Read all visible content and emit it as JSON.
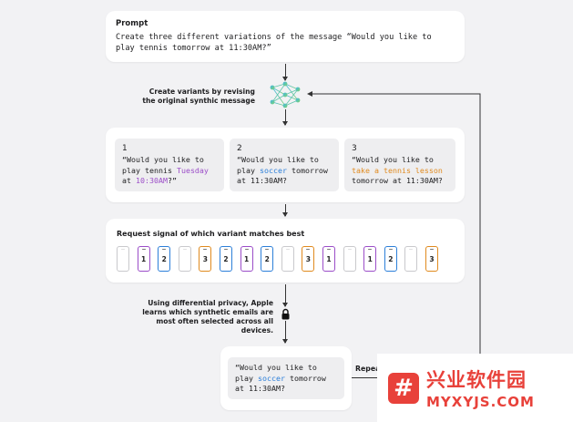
{
  "prompt": {
    "title": "Prompt",
    "text": "Create three different variations of the message “Would you like to play tennis tomorrow at 11:30AM?”"
  },
  "step_variants_label": "Create variants by revising the original synthic message",
  "variants": [
    {
      "num": "1",
      "pre": "“Would you like to play tennis ",
      "hl1": "Tuesday",
      "mid": " at ",
      "hl2": "10:30AM",
      "post": "?”"
    },
    {
      "num": "2",
      "pre": "“Would you like to play ",
      "hl1": "soccer",
      "post": " tomorrow at 11:30AM?"
    },
    {
      "num": "3",
      "pre": "“Would you like to ",
      "hl1": "take a tennis lesson",
      "post": " tomorrow at 11:30AM?"
    }
  ],
  "signal_label": "Request signal of which variant matches best",
  "phones": [
    "",
    "1",
    "2",
    "",
    "3",
    "2",
    "1",
    "2",
    "",
    "3",
    "1",
    "",
    "1",
    "2",
    "",
    "3"
  ],
  "privacy_label": "Using differential privacy, Apple learns which synthetic emails are most often selected across all devices.",
  "result": {
    "pre": "“Would you like to play ",
    "hl": "soccer",
    "post": " tomorrow at 11:30AM?"
  },
  "repeat_label": "Repea",
  "watermark": {
    "logo": "#",
    "cn": "兴业软件园",
    "en": "MYXYJS.COM"
  },
  "colors": {
    "purple": "#9b4dc8",
    "blue": "#2c7fd9",
    "orange": "#e08a1e"
  },
  "icons": {
    "model": "neural-network-icon",
    "privacy": "lock-icon"
  }
}
